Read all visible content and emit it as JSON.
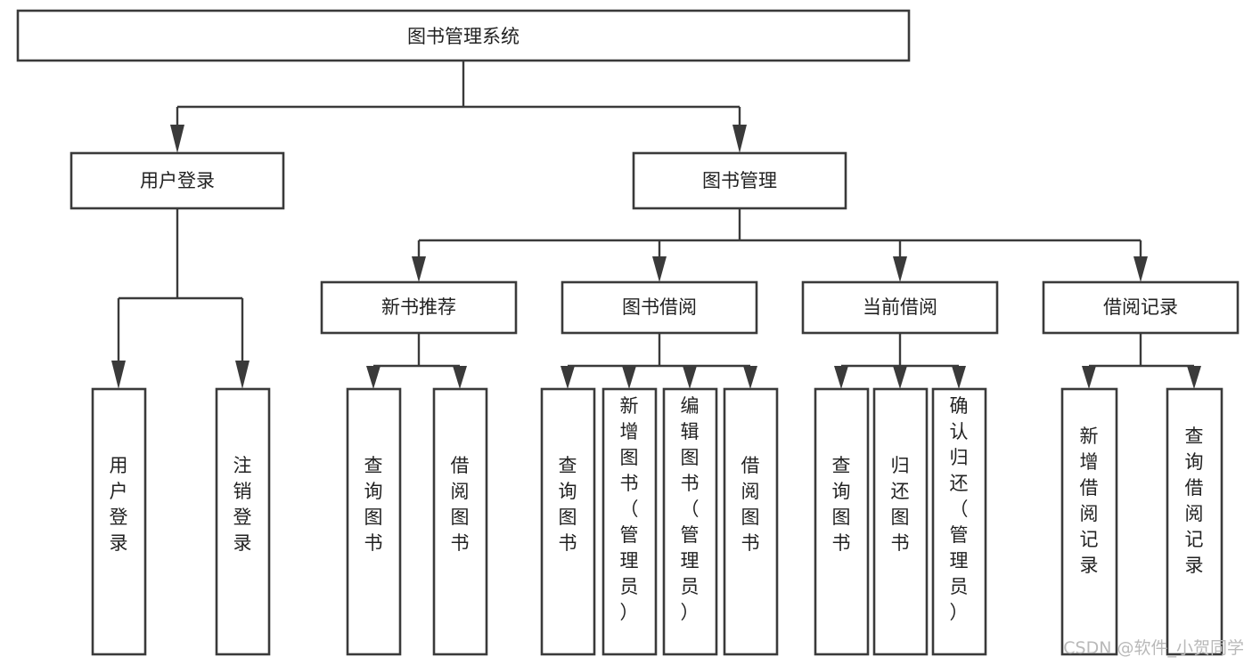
{
  "diagram": {
    "type": "tree-hierarchy-chart",
    "title": "图书管理系统",
    "orientation": "top-down",
    "colors": {
      "box_fill": "#ffffff",
      "box_stroke": "#3a3a3a",
      "text": "#222222",
      "connector": "#3a3a3a",
      "background": "#ffffff",
      "watermark": "#b9b9b9"
    },
    "root": {
      "id": "root",
      "label": "图书管理系统",
      "orientation": "horizontal"
    },
    "level1": [
      {
        "id": "user-login",
        "label": "用户登录",
        "orientation": "horizontal"
      },
      {
        "id": "book-management",
        "label": "图书管理",
        "orientation": "horizontal"
      }
    ],
    "level2": [
      {
        "id": "new-book-recommend",
        "label": "新书推荐",
        "parent": "book-management",
        "orientation": "horizontal"
      },
      {
        "id": "book-borrow",
        "label": "图书借阅",
        "parent": "book-management",
        "orientation": "horizontal"
      },
      {
        "id": "current-borrow",
        "label": "当前借阅",
        "parent": "book-management",
        "orientation": "horizontal"
      },
      {
        "id": "borrow-record",
        "label": "借阅记录",
        "parent": "book-management",
        "orientation": "horizontal"
      }
    ],
    "leaves": [
      {
        "id": "leaf-user-login",
        "parent": "user-login",
        "orientation": "vertical",
        "lines": [
          "用",
          "户",
          "登",
          "录"
        ],
        "label": "用户登录"
      },
      {
        "id": "leaf-logout",
        "parent": "user-login",
        "orientation": "vertical",
        "lines": [
          "注",
          "销",
          "登",
          "录"
        ],
        "label": "注销登录"
      },
      {
        "id": "leaf-query-book-1",
        "parent": "new-book-recommend",
        "orientation": "vertical",
        "lines": [
          "查",
          "询",
          "图",
          "书"
        ],
        "label": "查询图书"
      },
      {
        "id": "leaf-borrow-book-1",
        "parent": "new-book-recommend",
        "orientation": "vertical",
        "lines": [
          "借",
          "阅",
          "图",
          "书"
        ],
        "label": "借阅图书"
      },
      {
        "id": "leaf-query-book-2",
        "parent": "book-borrow",
        "orientation": "vertical",
        "lines": [
          "查",
          "询",
          "图",
          "书"
        ],
        "label": "查询图书"
      },
      {
        "id": "leaf-add-book",
        "parent": "book-borrow",
        "orientation": "vertical",
        "lines": [
          "新",
          "增",
          "图",
          "书",
          "（",
          "管",
          "理",
          "员",
          "）"
        ],
        "label": "新增图书（管理员）"
      },
      {
        "id": "leaf-edit-book",
        "parent": "book-borrow",
        "orientation": "vertical",
        "lines": [
          "编",
          "辑",
          "图",
          "书",
          "（",
          "管",
          "理",
          "员",
          "）"
        ],
        "label": "编辑图书（管理员）"
      },
      {
        "id": "leaf-borrow-book-2",
        "parent": "book-borrow",
        "orientation": "vertical",
        "lines": [
          "借",
          "阅",
          "图",
          "书"
        ],
        "label": "借阅图书"
      },
      {
        "id": "leaf-query-book-3",
        "parent": "current-borrow",
        "orientation": "vertical",
        "lines": [
          "查",
          "询",
          "图",
          "书"
        ],
        "label": "查询图书"
      },
      {
        "id": "leaf-return-book",
        "parent": "current-borrow",
        "orientation": "vertical",
        "lines": [
          "归",
          "还",
          "图",
          "书"
        ],
        "label": "归还图书"
      },
      {
        "id": "leaf-confirm-return",
        "parent": "current-borrow",
        "orientation": "vertical",
        "lines": [
          "确",
          "认",
          "归",
          "还",
          "（",
          "管",
          "理",
          "员",
          "）"
        ],
        "label": "确认归还（管理员）"
      },
      {
        "id": "leaf-add-record",
        "parent": "borrow-record",
        "orientation": "vertical",
        "lines": [
          "新",
          "增",
          "借",
          "阅",
          "记",
          "录"
        ],
        "label": "新增借阅记录"
      },
      {
        "id": "leaf-query-record",
        "parent": "borrow-record",
        "orientation": "vertical",
        "lines": [
          "查",
          "询",
          "借",
          "阅",
          "记",
          "录"
        ],
        "label": "查询借阅记录"
      }
    ]
  },
  "watermark": {
    "text": "CSDN @软件_小贺同学"
  }
}
